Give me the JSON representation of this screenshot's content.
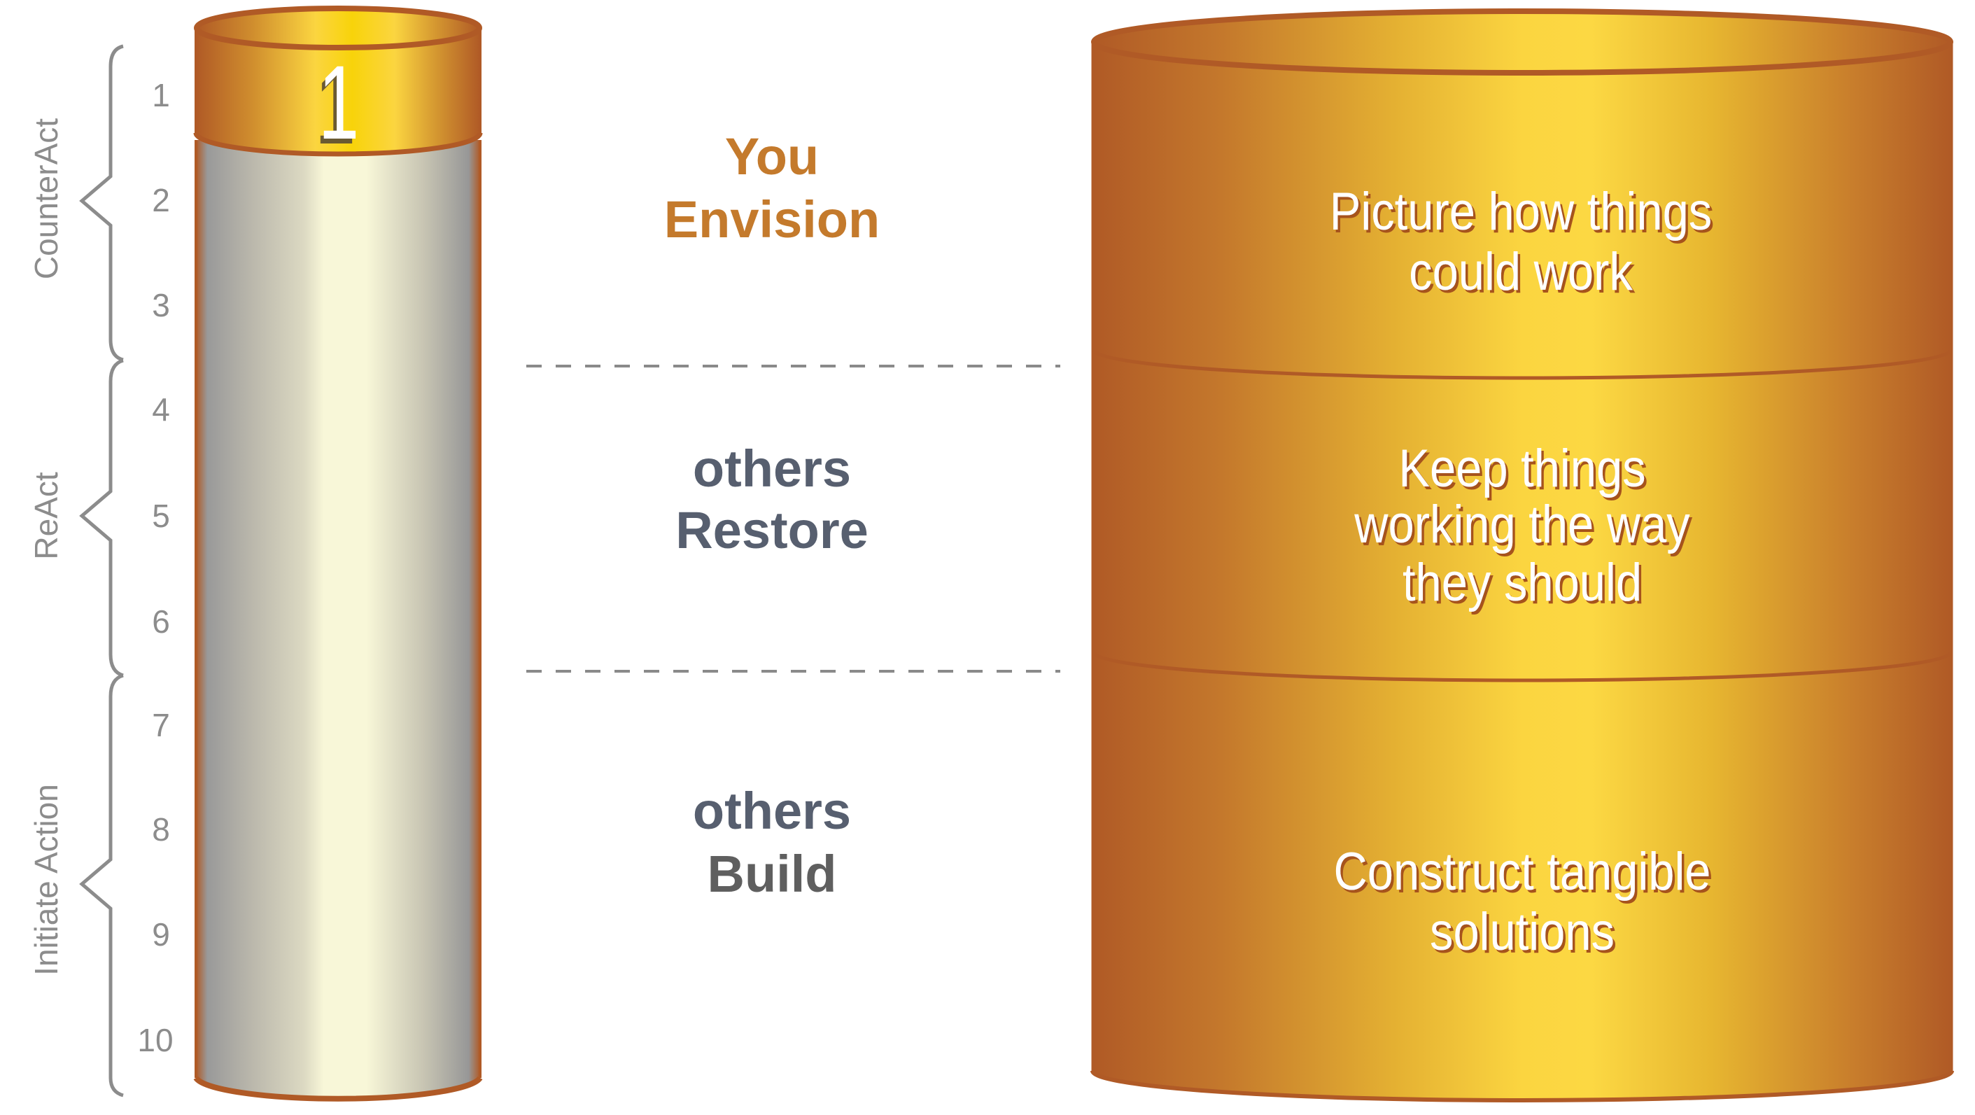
{
  "scale": {
    "labels": [
      "1",
      "2",
      "3",
      "4",
      "5",
      "6",
      "7",
      "8",
      "9",
      "10"
    ],
    "current_level": "1"
  },
  "groups": [
    {
      "label": "CounterAct"
    },
    {
      "label": "ReAct"
    },
    {
      "label": "Initiate Action"
    }
  ],
  "roles": [
    {
      "line1": "You",
      "line2": "Envision",
      "color": "#c47a2c"
    },
    {
      "line1": "others",
      "line2": "Restore",
      "color": "#575f6f"
    },
    {
      "line1": "others",
      "line2": "Build",
      "color": "#5f5f5f"
    }
  ],
  "descriptions": [
    {
      "lines": [
        "Picture how things",
        "could work"
      ]
    },
    {
      "lines": [
        "Keep things",
        "working the way",
        "they should"
      ]
    },
    {
      "lines": [
        "Construct tangible",
        "solutions"
      ]
    }
  ],
  "colors": {
    "rim": "#b05a26",
    "gold_light": "#fddc45",
    "gold_dark": "#b35e28",
    "silver": "#999999",
    "cream": "#f8f7d8",
    "brace": "#8c8c8c"
  }
}
